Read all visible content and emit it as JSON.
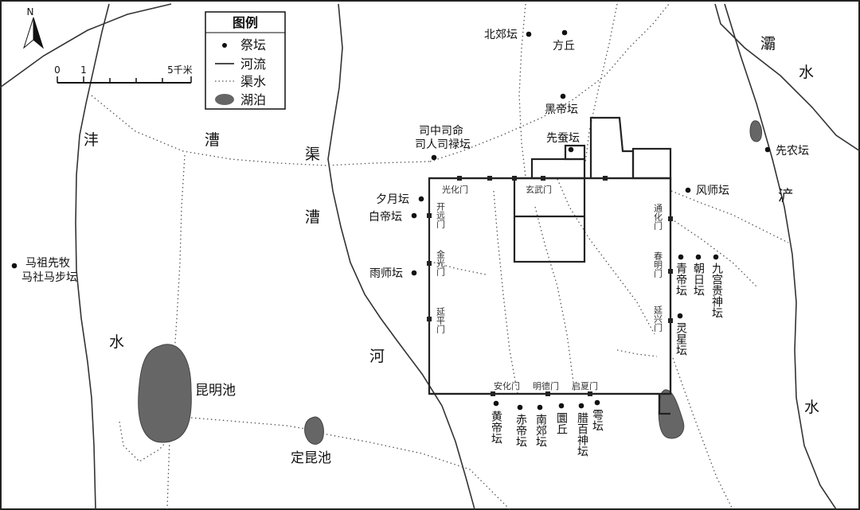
{
  "legend": {
    "title": "图例",
    "items": [
      {
        "symbol": "dot",
        "label": "祭坛"
      },
      {
        "symbol": "solid-line",
        "label": "河流"
      },
      {
        "symbol": "dotted-line",
        "label": "渠水"
      },
      {
        "symbol": "lake-blob",
        "label": "湖泊"
      }
    ]
  },
  "scale": {
    "ticks": [
      "0",
      "1"
    ],
    "end": "5千米"
  },
  "north_arrow": {
    "label": "N",
    "icon": "north-arrow-icon"
  },
  "rivers": {
    "feng": [
      "沣",
      "水"
    ],
    "cao": [
      "漕",
      "渠"
    ],
    "caohe": [
      "漕",
      "河"
    ],
    "ba": [
      "灞",
      "水"
    ],
    "chan": [
      "浐",
      "水"
    ]
  },
  "lakes": {
    "kunming": "昆明池",
    "dingkun": "定昆池"
  },
  "gates": {
    "north": [
      "光化门",
      "玄武门"
    ],
    "west": [
      "开远门",
      "金光门",
      "延平门"
    ],
    "east": [
      "通化门",
      "春明门",
      "延兴门"
    ],
    "south": [
      "安化门",
      "明德门",
      "启夏门"
    ]
  },
  "altars": {
    "beijiao": "北郊坛",
    "fangqiu": "方丘",
    "heidi": "黑帝坛",
    "siming": [
      "司中司命",
      "司人司禄坛"
    ],
    "xiancan": "先蚕坛",
    "xiyue": "夕月坛",
    "baidi": "白帝坛",
    "yushi": "雨师坛",
    "mazu": [
      "马祖先牧",
      "马社马步坛"
    ],
    "fengshi": "风师坛",
    "xiannong": "先农坛",
    "qingdi": "青帝坛",
    "chaori": "朝日坛",
    "jiugong": "九宫贵神坛",
    "lingxing": "灵星坛",
    "huangdi": "黄帝坛",
    "chidi": "赤帝坛",
    "nanjiao": "南郊坛",
    "yuanqiu": "圜丘",
    "labai": "腊百神坛",
    "yu": "雩坛"
  },
  "colors": {
    "ink": "#111111",
    "lake": "#666666",
    "paper": "#ffffff"
  }
}
